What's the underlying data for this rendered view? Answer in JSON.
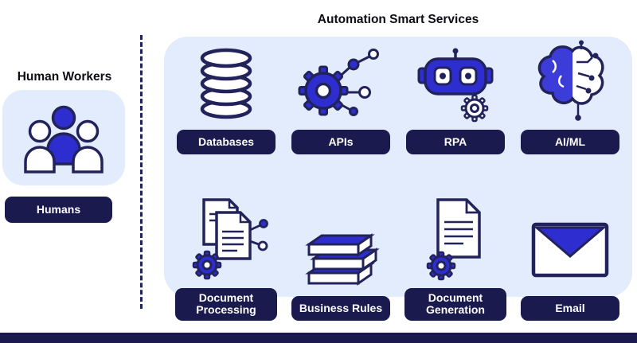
{
  "titles": {
    "right": "Automation Smart Services",
    "left": "Human Workers"
  },
  "human": {
    "label": "Humans",
    "icon": "humans-icon"
  },
  "services": [
    {
      "label": "Databases",
      "icon": "database-icon"
    },
    {
      "label": "APIs",
      "icon": "gear-network-icon"
    },
    {
      "label": "RPA",
      "icon": "robot-icon"
    },
    {
      "label": "AI/ML",
      "icon": "brain-circuit-icon"
    },
    {
      "label": "Document Processing",
      "icon": "document-gear-network-icon"
    },
    {
      "label": "Business Rules",
      "icon": "books-stack-icon"
    },
    {
      "label": "Document Generation",
      "icon": "document-gear-icon"
    },
    {
      "label": "Email",
      "icon": "envelope-icon"
    }
  ],
  "colors": {
    "navy": "#1a1a4e",
    "outline": "#23235c",
    "blue": "#2e2ed0",
    "panel_light_blue": "#e3ecfc",
    "background": "#ffffff",
    "label_text": "#ffffff"
  }
}
